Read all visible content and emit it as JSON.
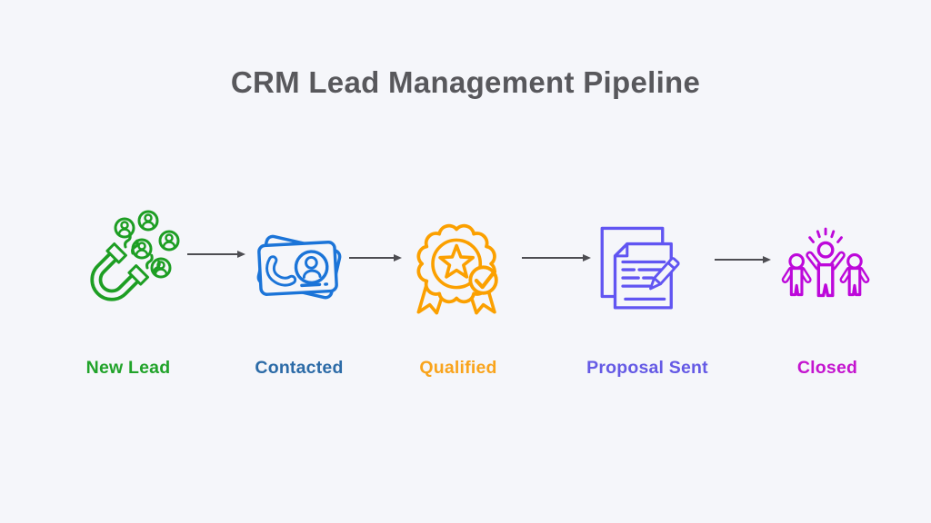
{
  "page": {
    "background": "#f5f6fa",
    "arrow_color": "#4d4d52"
  },
  "title": {
    "text": "CRM Lead Management Pipeline",
    "color": "#58585c"
  },
  "stages": [
    {
      "label": "New Lead",
      "icon": "magnet-attracting-leads-icon",
      "icon_color": "#1d9e23",
      "label_color": "#21a32a"
    },
    {
      "label": "Contacted",
      "icon": "contact-card-phone-icon",
      "icon_color": "#1b74d8",
      "label_color": "#2c6ba7"
    },
    {
      "label": "Qualified",
      "icon": "award-badge-check-icon",
      "icon_color": "#fba000",
      "label_color": "#f9a41c"
    },
    {
      "label": "Proposal Sent",
      "icon": "document-pencil-icon",
      "icon_color": "#6155f2",
      "label_color": "#655ae5"
    },
    {
      "label": "Closed",
      "icon": "celebrating-team-icon",
      "icon_color": "#bd08da",
      "label_color": "#c414cf"
    }
  ]
}
